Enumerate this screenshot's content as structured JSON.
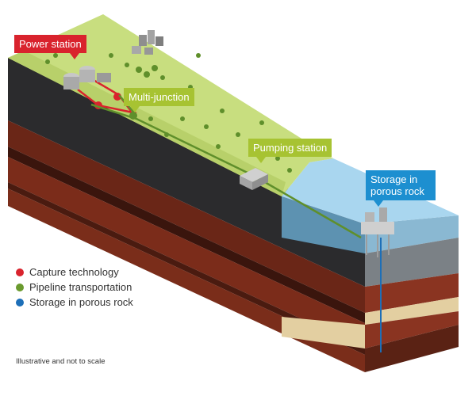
{
  "labels": {
    "power_station": "Power station",
    "multi_junction": "Multi-junction",
    "pumping_station": "Pumping station",
    "storage": "Storage in porous rock"
  },
  "legend": {
    "items": [
      {
        "label": "Capture technology",
        "color": "#d9232d"
      },
      {
        "label": "Pipeline transportation",
        "color": "#6a9a2e"
      },
      {
        "label": "Storage in porous rock",
        "color": "#1d6fb8"
      }
    ]
  },
  "footnote": "Illustrative and not to scale",
  "colors": {
    "land_top": "#c8de7f",
    "sea_top": "#a9d6ef",
    "callout_red": "#d9232d",
    "callout_green": "#a7c332",
    "callout_blue": "#1d8fd0"
  }
}
